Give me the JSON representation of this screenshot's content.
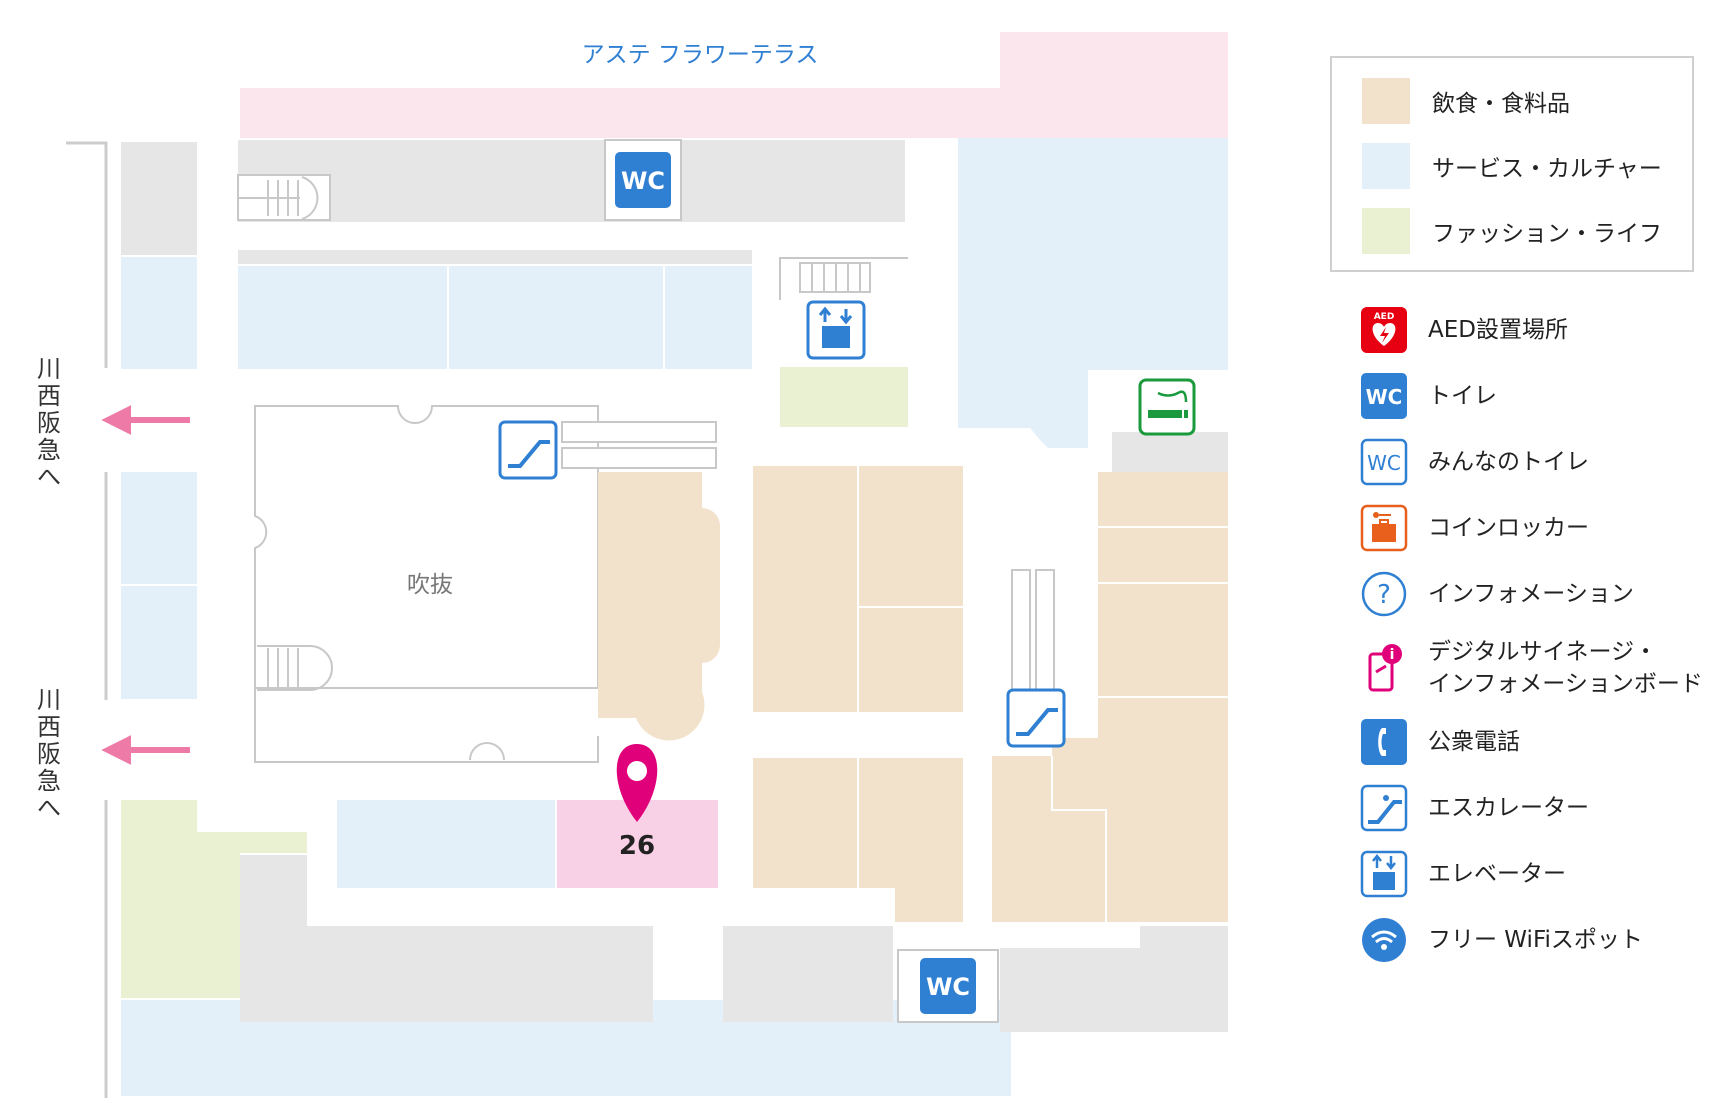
{
  "map": {
    "top_label": "アステ フラワーテラス",
    "atrium_label": "吹抜",
    "exit_left_top": "川西阪急へ",
    "exit_left_bottom": "川西阪急へ",
    "marker_number": "26",
    "wc_label": "WC"
  },
  "legend": {
    "categories": [
      {
        "label": "飲食・食料品",
        "color": "#f3e2cb"
      },
      {
        "label": "サービス・カルチャー",
        "color": "#e3f0fa"
      },
      {
        "label": "ファッション・ライフ",
        "color": "#eaf0d2"
      }
    ],
    "icons": [
      {
        "icon": "aed-icon",
        "label": "AED設置場所",
        "color": "#e60012"
      },
      {
        "icon": "wc-icon",
        "label": "トイレ",
        "color": "#2f7fd3"
      },
      {
        "icon": "multipurpose-wc-icon",
        "label": "みんなのトイレ",
        "color": "#2f7fd3"
      },
      {
        "icon": "coin-locker-icon",
        "label": "コインロッカー",
        "color": "#e8601c"
      },
      {
        "icon": "information-icon",
        "label": "インフォメーション",
        "color": "#2f7fd3"
      },
      {
        "icon": "digital-signage-icon",
        "label_line1": "デジタルサイネージ・",
        "label_line2": "インフォメーションボード",
        "color": "#e0007a"
      },
      {
        "icon": "public-phone-icon",
        "label": "公衆電話",
        "color": "#2f7fd3"
      },
      {
        "icon": "escalator-icon",
        "label": "エスカレーター",
        "color": "#2f7fd3"
      },
      {
        "icon": "elevator-icon",
        "label": "エレベーター",
        "color": "#2f7fd3"
      },
      {
        "icon": "wifi-icon",
        "label": "フリー WiFiスポット",
        "color": "#2f7fd3"
      }
    ]
  },
  "colors": {
    "food": "#f3e2cb",
    "service": "#e3f0fa",
    "fashion": "#eaf0d2",
    "terrace": "#fbe6ee",
    "highlight": "#f9d1e6",
    "corridor": "#e6e6e6",
    "marker": "#e0007a",
    "arrow": "#ee7aa8",
    "wc_blue": "#2f7fd3",
    "smoking_green": "#1a9a3c"
  }
}
